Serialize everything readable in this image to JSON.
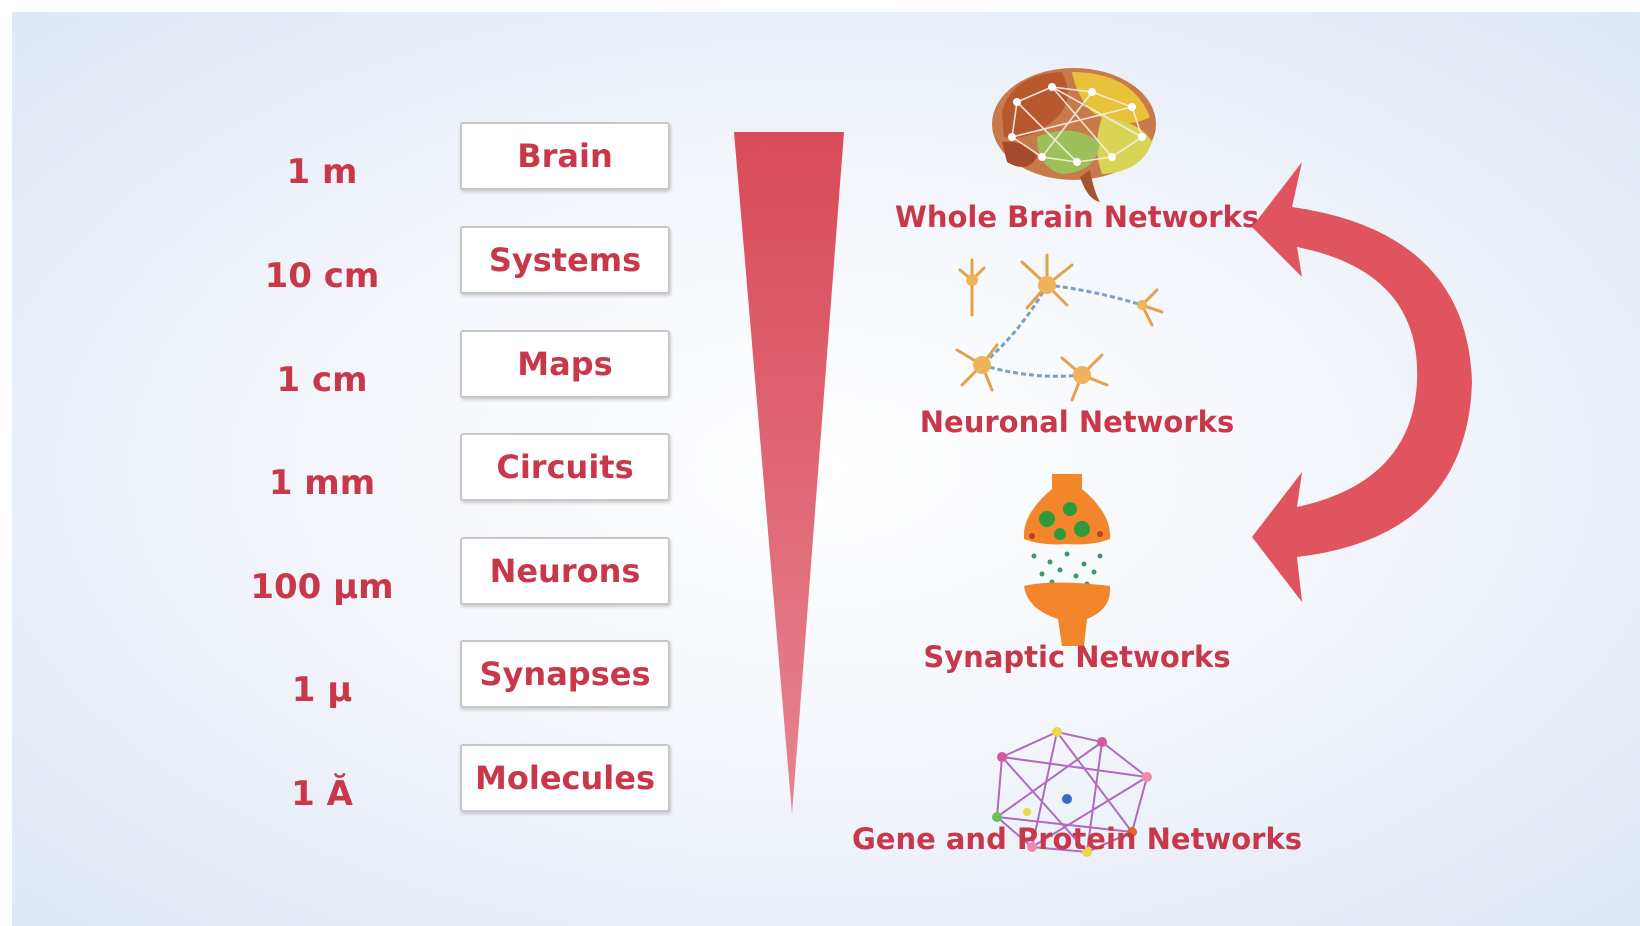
{
  "levels": [
    {
      "scale": "1 m",
      "label": "Brain"
    },
    {
      "scale": "10 cm",
      "label": "Systems"
    },
    {
      "scale": "1 cm",
      "label": "Maps"
    },
    {
      "scale": "1 mm",
      "label": "Circuits"
    },
    {
      "scale": "100 μm",
      "label": "Neurons"
    },
    {
      "scale": "1 μ",
      "label": "Synapses"
    },
    {
      "scale": "1 Ă",
      "label": "Molecules"
    }
  ],
  "networks": [
    {
      "label": "Whole Brain Networks",
      "icon": "brain-icon"
    },
    {
      "label": "Neuronal Networks",
      "icon": "neurons-icon"
    },
    {
      "label": "Synaptic Networks",
      "icon": "synapse-icon"
    },
    {
      "label": "Gene and Protein Networks",
      "icon": "gene-network-icon"
    }
  ],
  "colors": {
    "accent": "#c8384a",
    "wedge": "#d9505f",
    "arrow": "#e0545f",
    "box_border": "#c7c7c7"
  }
}
